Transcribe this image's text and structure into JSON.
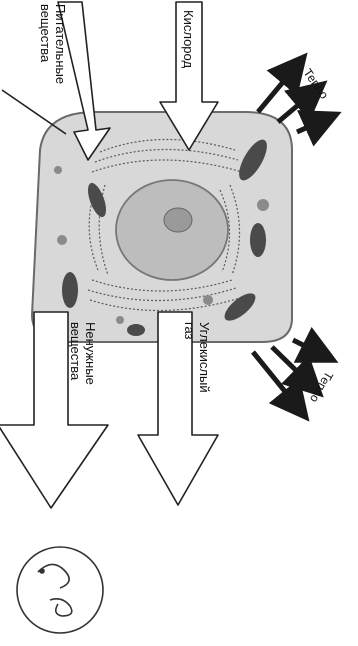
{
  "labels": {
    "nutrients_line1": "Питательные",
    "nutrients_line2": "вещества",
    "oxygen": "Кислород",
    "heat_top": "Тепло",
    "heat_bottom": "Тепло",
    "waste_line1": "Ненужные",
    "waste_line2": "вещества",
    "co2_line1": "Углекислый",
    "co2_line2": "газ"
  },
  "colors": {
    "arrow_stroke": "#222222",
    "arrow_fill": "#ffffff",
    "cell_fill": "#d8d8d8",
    "cell_stroke": "#6a6a6a",
    "nucleus_fill": "#bdbdbd",
    "organelle": "#4a4a4a",
    "heat_arrow": "#1a1a1a"
  }
}
